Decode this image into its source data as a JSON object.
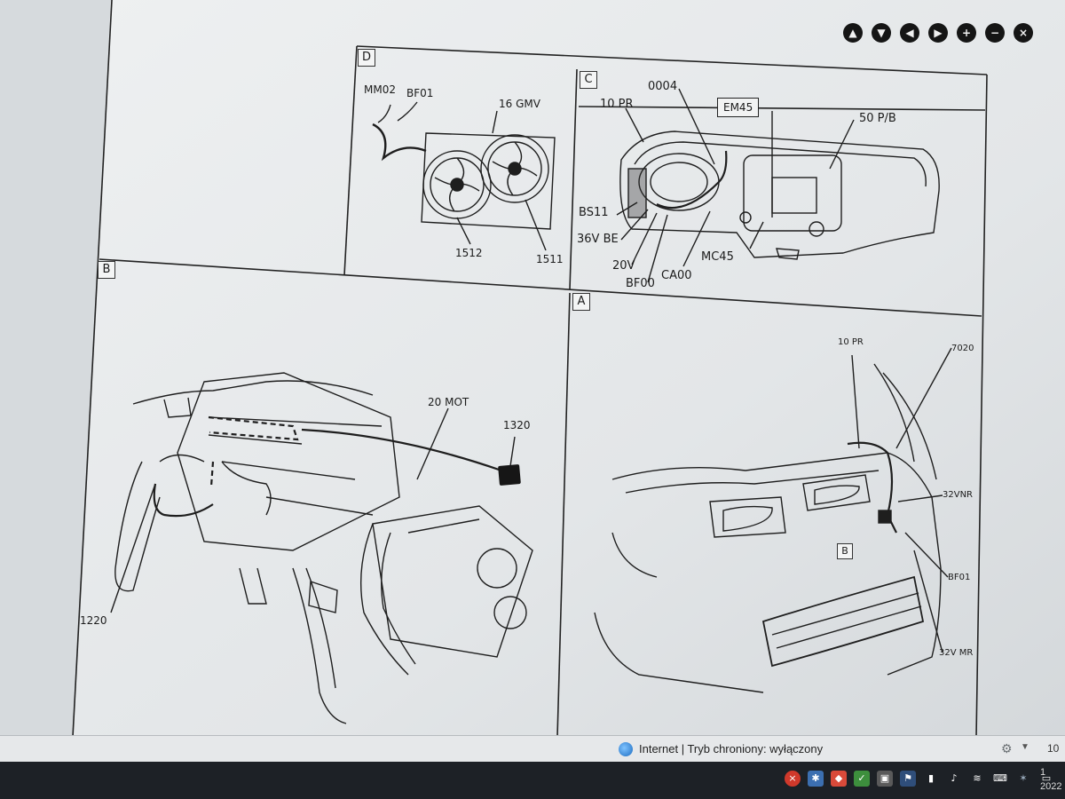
{
  "toolbar": {
    "buttons": [
      {
        "name": "up",
        "glyph": "▲"
      },
      {
        "name": "down",
        "glyph": "▼"
      },
      {
        "name": "left",
        "glyph": "◀"
      },
      {
        "name": "right",
        "glyph": "▶"
      },
      {
        "name": "zoom-in",
        "glyph": "+"
      },
      {
        "name": "zoom-out",
        "glyph": "−"
      },
      {
        "name": "close",
        "glyph": "×"
      }
    ]
  },
  "panels": {
    "A": "A",
    "B": "B",
    "C": "C",
    "D": "D"
  },
  "labels": {
    "d_mm02": "MM02",
    "d_bf01": "BF01",
    "d_16gmv": "16 GMV",
    "d_1512": "1512",
    "d_1511": "1511",
    "c_0004": "0004",
    "c_10pr": "10 PR",
    "c_em45": "EM45",
    "c_50pb": "50 P/B",
    "c_bs11": "BS11",
    "c_36vbe": "36V BE",
    "c_20v": "20V",
    "c_bf00": "BF00",
    "c_ca00": "CA00",
    "c_mc45": "MC45",
    "b_20mot": "20 MOT",
    "b_1320": "1320",
    "b_1220": "1220",
    "a_10pr": "10 PR",
    "a_7020": "7020",
    "a_32vnr": "32VNR",
    "a_b": "B",
    "a_bf01": "BF01",
    "a_32vmr": "32V MR"
  },
  "statusbar": {
    "zone_text": "Internet | Tryb chroniony: wyłączony",
    "zoom": "10"
  },
  "taskbar": {
    "clock_time": "1",
    "clock_date": "2022"
  }
}
